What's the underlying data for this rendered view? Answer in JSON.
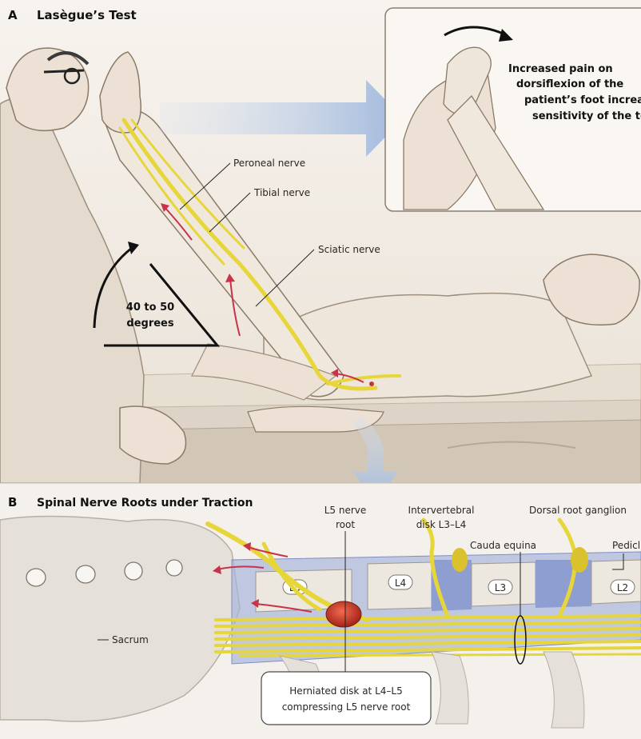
{
  "panel_a": {
    "letter": "A",
    "title": "Lasègue’s Test",
    "inset_text": [
      "Increased pain on",
      "dorsiflexion of the",
      "patient’s foot increas",
      "sensitivity of the te"
    ],
    "labels": {
      "peroneal": "Peroneal nerve",
      "tibial": "Tibial nerve",
      "sciatic": "Sciatic nerve",
      "angle_line1": "40 to 50",
      "angle_line2": "degrees"
    }
  },
  "panel_b": {
    "letter": "B",
    "title": "Spinal Nerve Roots under Traction",
    "labels": {
      "l5_root_line1": "L5 nerve",
      "l5_root_line2": "root",
      "disk_line1": "Intervertebral",
      "disk_line2": "disk L3–L4",
      "ganglion": "Dorsal root ganglion",
      "cauda": "Cauda equina",
      "pedicle": "Pedicl",
      "sacrum": "Sacrum",
      "herniated_line1": "Herniated disk at L4–L5",
      "herniated_line2": "compressing L5 nerve root"
    },
    "vertebrae": [
      "L5",
      "L4",
      "L3",
      "L2"
    ]
  },
  "colors": {
    "nerve": "#e6d63a",
    "arrow_red": "#c8324a",
    "disk_blue": "#a4b2dc",
    "herniation": "#c0392b",
    "skin": "#ece1d4",
    "arrow_blue": "#9fb8dd"
  }
}
